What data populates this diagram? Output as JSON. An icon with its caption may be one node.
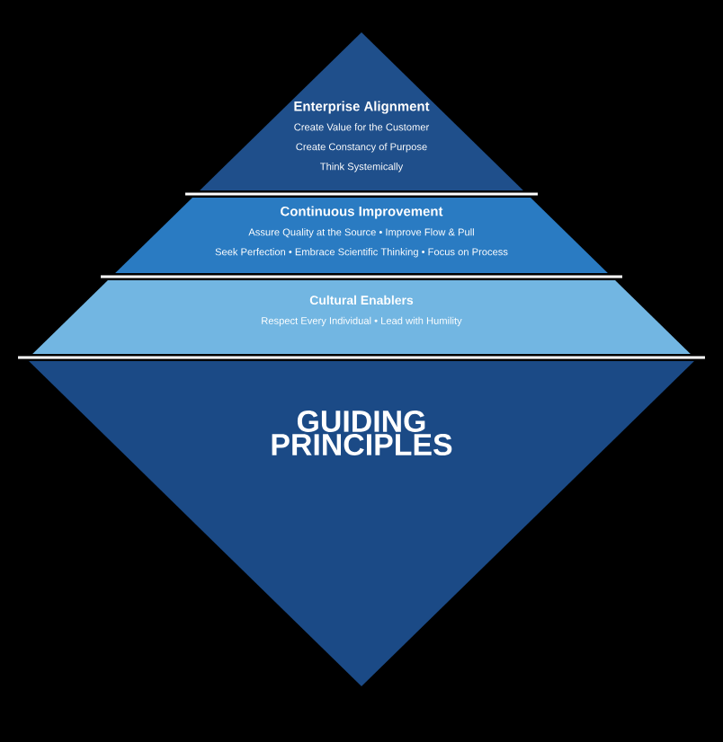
{
  "diagram": {
    "nodes": [
      {
        "text": [
          "Enterprise Alignment",
          "Create Value for the Customer",
          "Create Constancy of Purpose",
          "Think Systemically"
        ]
      },
      {
        "text": [
          "Continuous Improvement",
          "Assure Quality at the Source • Improve Flow & Pull",
          "Seek Perfection • Embrace Scientific Thinking • Focus on Process"
        ]
      },
      {
        "text": [
          "Cultural Enablers",
          "Respect Every Individual • Lead with Humility"
        ]
      },
      {
        "text": [
          "GUIDING PRINCIPLES"
        ]
      }
    ]
  }
}
